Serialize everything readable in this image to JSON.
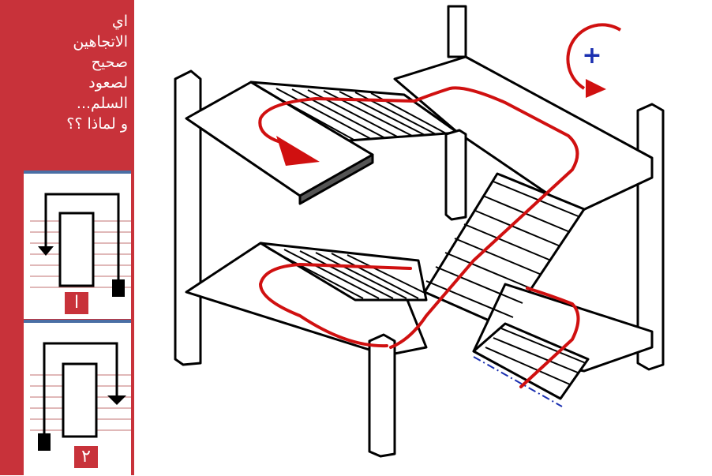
{
  "question": {
    "lines": [
      "اي",
      "الاتجاهين",
      "صحيح",
      "لصعود",
      "السلم...",
      "و لماذا ؟؟"
    ]
  },
  "options": [
    {
      "label": "ا"
    },
    {
      "label": "٢"
    }
  ],
  "diagram": {
    "rotation_symbol": "+"
  },
  "colors": {
    "panel": "#c8323a",
    "path": "#d01010",
    "rotation_arrow": "#d01010",
    "plus": "#1a2fb0",
    "dash_line": "#1a2fb0",
    "divider": "#4a6fa5"
  }
}
